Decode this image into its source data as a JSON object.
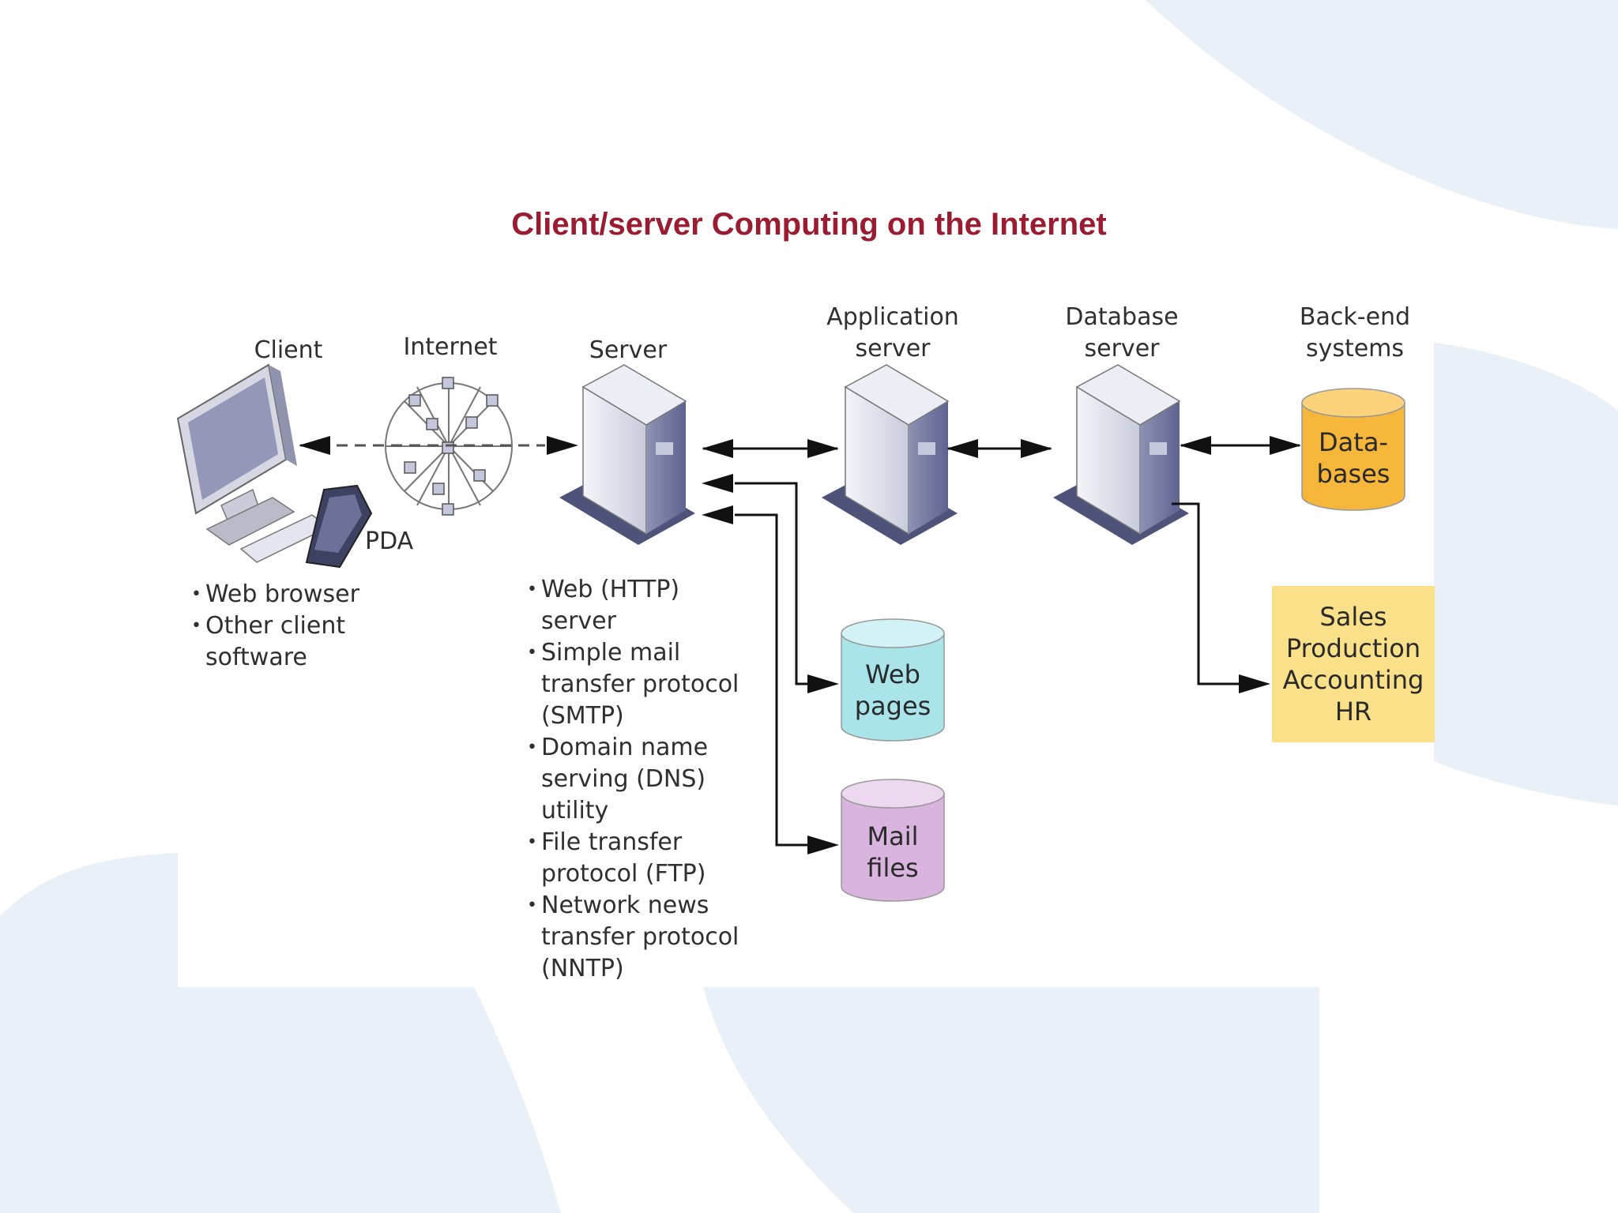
{
  "title": "Client/server Computing on the Internet",
  "nodes": {
    "client": "Client",
    "internet": "Internet",
    "server": "Server",
    "app_server": [
      "Application",
      "server"
    ],
    "db_server": [
      "Database",
      "server"
    ],
    "backend": [
      "Back-end",
      "systems"
    ],
    "pda": "PDA"
  },
  "client_software": [
    "Web browser",
    "Other client",
    "software"
  ],
  "server_services": [
    "Web (HTTP)",
    "server",
    "Simple mail",
    "transfer protocol",
    "(SMTP)",
    "Domain name",
    "serving (DNS)",
    "utility",
    "File transfer",
    "protocol (FTP)",
    "Network news",
    "transfer protocol",
    "(NNTP)"
  ],
  "stores": {
    "databases": [
      "Data-",
      "bases"
    ],
    "web_pages": [
      "Web",
      "pages"
    ],
    "mail_files": [
      "Mail",
      "files"
    ]
  },
  "backend_box": [
    "Sales",
    "Production",
    "Accounting",
    "HR"
  ],
  "colors": {
    "title": "#9b1b30",
    "databases": "#f6b63a",
    "web_pages": "#a8e4ea",
    "mail_files": "#d8b4df",
    "backend_box": "#fbe08a",
    "background_shapes": "#e9f0f8"
  }
}
